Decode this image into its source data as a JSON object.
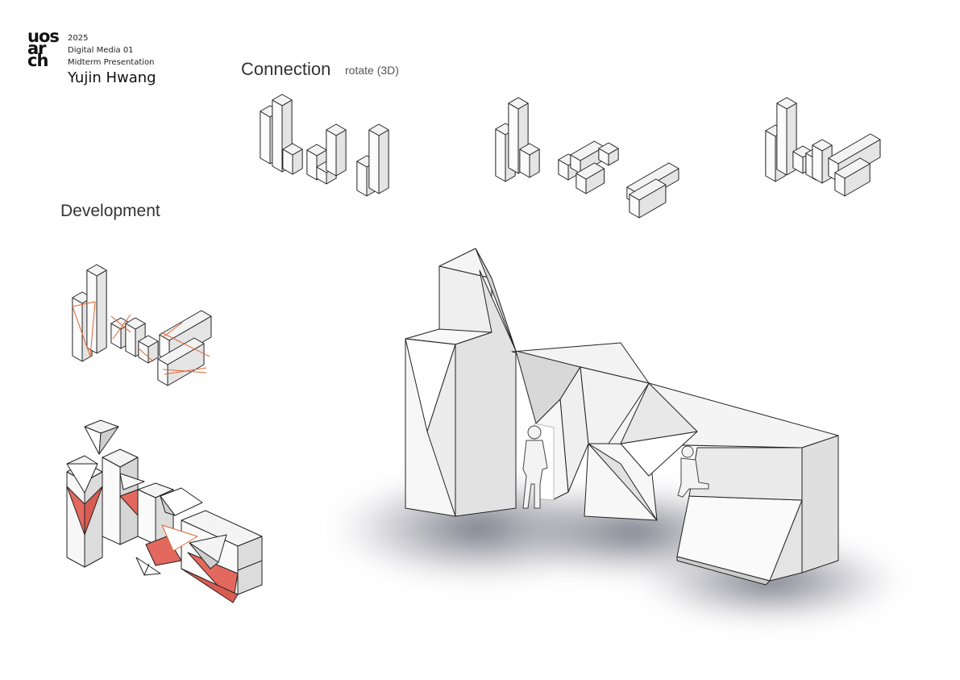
{
  "header": {
    "logo_lines": [
      "uos",
      "ar",
      "ch"
    ],
    "year": "2025",
    "course": "Digital Media 01",
    "event": "Midterm Presentation",
    "author": "Yujin Hwang"
  },
  "sections": {
    "connection_title": "Connection",
    "connection_subtitle": "rotate (3D)",
    "development_title": "Development"
  },
  "colors": {
    "accent_orange": "#e0642e",
    "accent_red": "#e3685d",
    "line": "#222222",
    "shadow": "#6e6e78"
  }
}
